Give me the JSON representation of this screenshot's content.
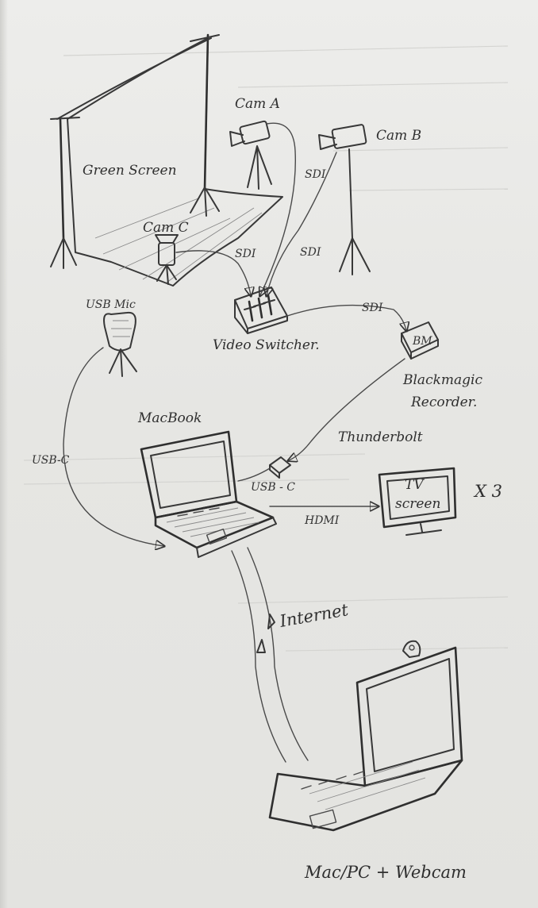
{
  "labels": {
    "green_screen": "Green Screen",
    "cam_a": "Cam A",
    "cam_b": "Cam B",
    "cam_c": "Cam C",
    "usb_mic": "USB Mic",
    "video_switcher": "Video Switcher.",
    "blackmagic_line1": "Blackmagic",
    "blackmagic_line2": "Recorder.",
    "bm_box": "BM",
    "macbook": "MacBook",
    "tv_line1": "TV",
    "tv_line2": "screen",
    "tv_count": "X 3",
    "remote": "Mac/PC + Webcam"
  },
  "connections": {
    "sdi_cam_a": "SDI",
    "sdi_cam_b": "SDI",
    "sdi_cam_c": "SDI",
    "sdi_recorder": "SDI",
    "thunderbolt": "Thunderbolt",
    "usb_c_mic": "USB-C",
    "usb_c_hub": "USB - C",
    "hdmi": "HDMI",
    "internet": "Internet"
  },
  "colors": {
    "paper": "#e9e9e6",
    "pencil": "#3a3a3a"
  }
}
